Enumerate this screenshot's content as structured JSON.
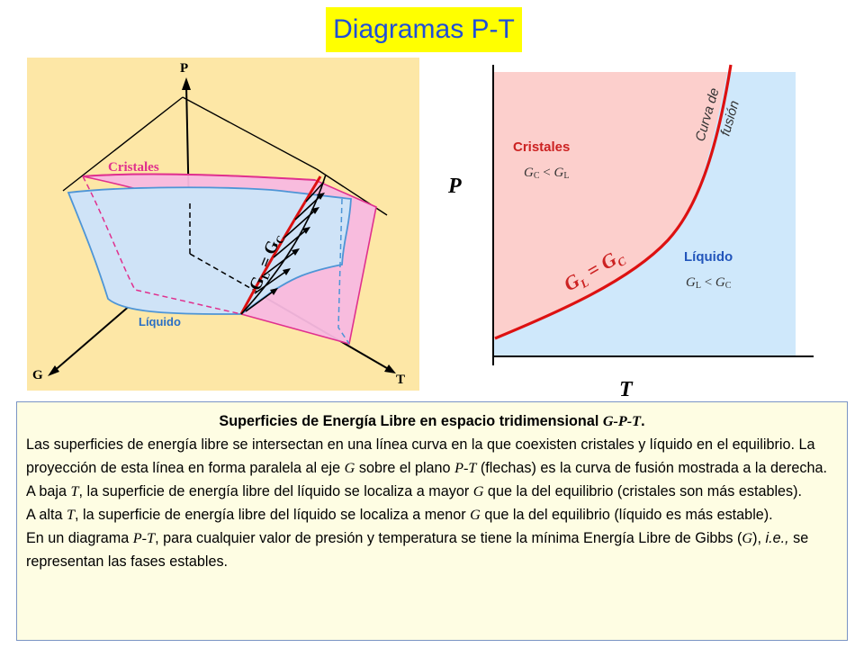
{
  "title": "Diagramas P-T",
  "left_diagram": {
    "axis_p": "P",
    "axis_t": "T",
    "axis_g": "G",
    "label_cristales": "Cristales",
    "label_liquido": "Líquido",
    "label_gl": "G",
    "label_gl_sub": "L",
    "label_eq": " = ",
    "label_gc": "G",
    "label_gc_sub": "C"
  },
  "right_diagram": {
    "axis_p": "P",
    "axis_t": "T",
    "curve_label_1": "Curva de",
    "curve_label_2": "fusión",
    "cristales_label": "Cristales",
    "cristales_cond": {
      "g1": "G",
      "s1": "C",
      "op": " < ",
      "g2": "G",
      "s2": "L"
    },
    "liquido_label": "Líquido",
    "liquido_cond": {
      "g1": "G",
      "s1": "L",
      "op": " < ",
      "g2": "G",
      "s2": "C"
    },
    "eq_label": {
      "g1": "G",
      "s1": "L",
      "op": " = ",
      "g2": "G",
      "s2": "C"
    },
    "colors": {
      "cristales": "#fccfcc",
      "liquido": "#cfe8fb",
      "curve": "#dd1111",
      "label_red": "#cc2222",
      "label_blue": "#2255bb"
    }
  },
  "caption": {
    "heading_text": "Superficies de Energía Libre en espacio tridimensional ",
    "heading_var": "G-P-T",
    "heading_end": ".",
    "p1_a": "Las superficies de energía libre se intersectan en una línea curva en la que coexisten cristales y líquido en el equilibrio. La proyección de esta línea en forma paralela al eje ",
    "p1_g": "G",
    "p1_b": " sobre el plano ",
    "p1_pt": "P-T",
    "p1_c": " (flechas) es la curva de fusión mostrada a la derecha.",
    "p2_a": "A baja ",
    "p2_t": "T",
    "p2_b": ", la superficie de energía libre del líquido se localiza a mayor ",
    "p2_g": "G",
    "p2_c": " que la del equilibrio (cristales son más estables).",
    "p3_a": "A alta ",
    "p3_t": "T",
    "p3_b": ", la superficie de energía libre del líquido se localiza a menor ",
    "p3_g": "G",
    "p3_c": " que la del equilibrio (líquido es más estable).",
    "p4_a": "En un diagrama ",
    "p4_pt": "P-T",
    "p4_b": ", para cualquier valor de presión y temperatura se tiene la mínima Energía Libre de Gibbs (",
    "p4_g": "G",
    "p4_c": "), ",
    "p4_ie": "i.e.,",
    "p4_d": " se representan las fases estables."
  }
}
